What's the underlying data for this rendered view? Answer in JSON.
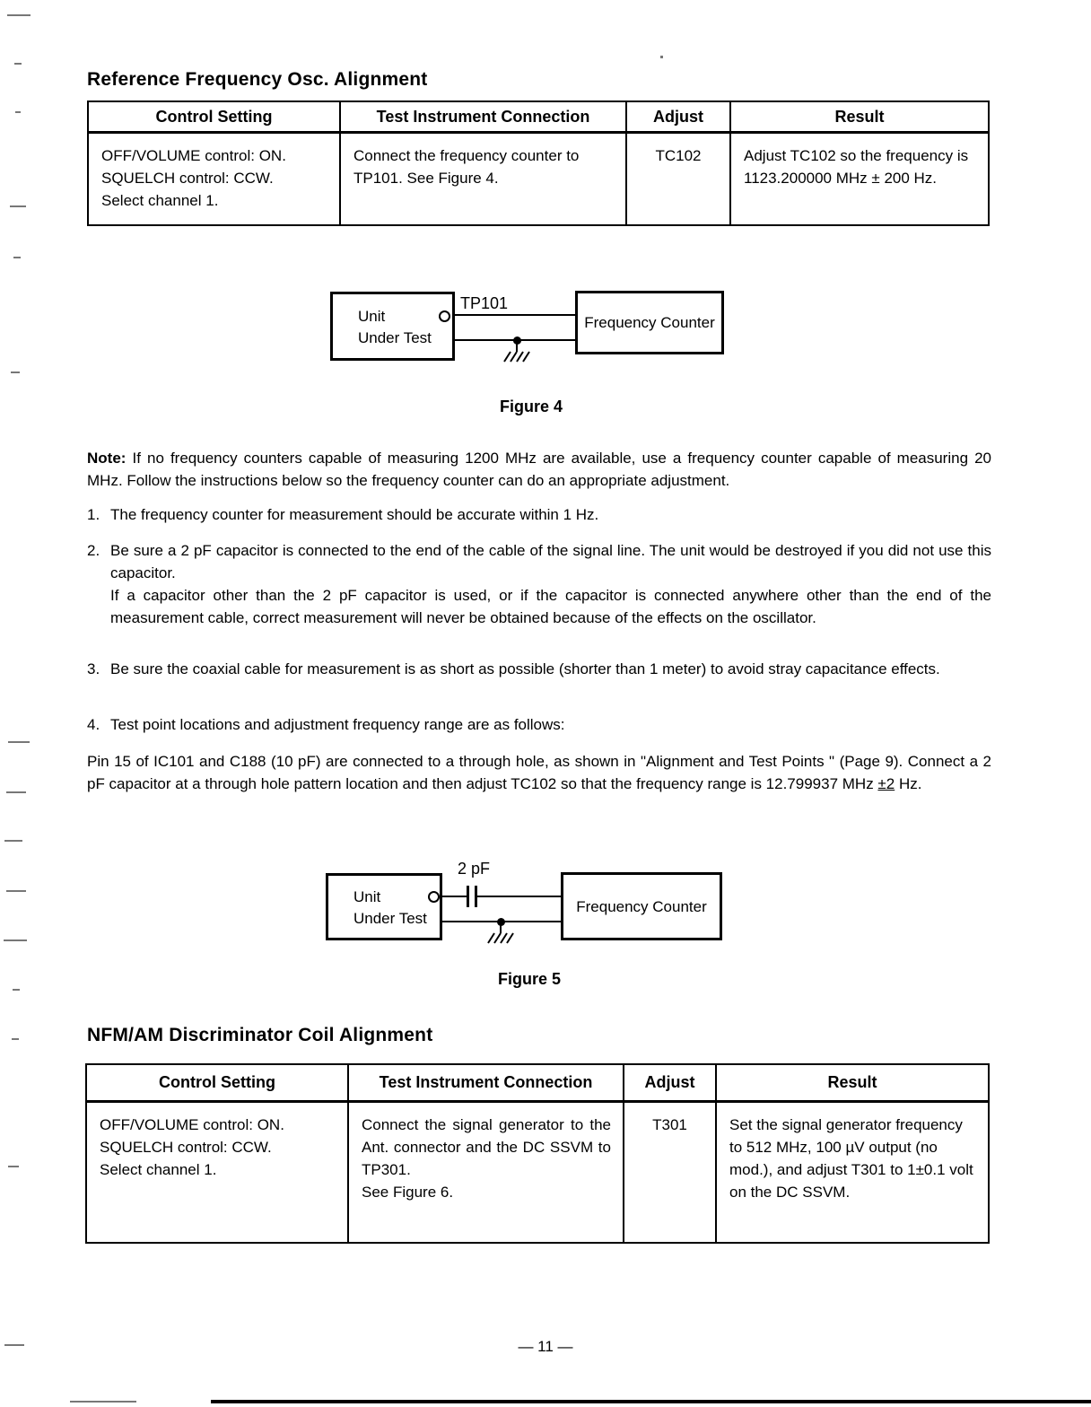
{
  "section1": {
    "title": "Reference Frequency Osc. Alignment",
    "table": {
      "headers": [
        "Control Setting",
        "Test Instrument Connection",
        "Adjust",
        "Result"
      ],
      "row": {
        "control_setting": "OFF/VOLUME control: ON.\nSQUELCH control: CCW.\nSelect channel 1.",
        "connection": "Connect the frequency counter to TP101. See Figure 4.",
        "adjust": "TC102",
        "result": "Adjust TC102 so the frequency is 1123.200000 MHz ± 200 Hz."
      }
    },
    "figure": {
      "uut_label": "Unit\nUnder Test",
      "tp_label": "TP101",
      "counter_label": "Frequency Counter",
      "caption": "Figure 4"
    }
  },
  "notes": {
    "label": "Note:",
    "intro": " If no frequency counters capable of measuring 1200 MHz are available, use a frequency counter capable of measuring 20 MHz. Follow the instructions below so the frequency counter can do an appropriate adjustment.",
    "items": [
      {
        "num": "1.",
        "text": "The frequency counter for measurement should be accurate within 1 Hz."
      },
      {
        "num": "2.",
        "text": "Be sure a 2 pF capacitor is connected to the end of the cable of the signal line. The unit would be destroyed if you did not use this capacitor.\nIf a capacitor other than the 2 pF capacitor is used, or if the capacitor is connected anywhere other than the end of the measurement cable, correct measurement will never be obtained because of the effects on the oscillator."
      },
      {
        "num": "3.",
        "text": "Be sure the coaxial cable for measurement is as short as possible (shorter than 1 meter) to avoid stray capacitance effects."
      },
      {
        "num": "4.",
        "text": "Test point locations and adjustment frequency range are as follows:"
      }
    ]
  },
  "pin_paragraph": {
    "lead": "Pin 15 of IC101 and C188 (10 pF) are connected to a through hole, as shown in \"Alignment and Test Points \" (Page 9). Connect a 2 pF capacitor at a through hole pattern location and then adjust TC102 so that the frequency range is 12.799937 MHz ",
    "underlined": "±2",
    "tail": " Hz."
  },
  "section2": {
    "title": "NFM/AM Discriminator Coil Alignment",
    "table": {
      "headers": [
        "Control Setting",
        "Test Instrument Connection",
        "Adjust",
        "Result"
      ],
      "row": {
        "control_setting": "OFF/VOLUME control: ON.\nSQUELCH control: CCW.\nSelect channel 1.",
        "connection": "Connect the signal generator to the Ant. connector and the DC SSVM to TP301.\nSee Figure 6.",
        "adjust": "T301",
        "result": "Set the signal generator frequency to 512 MHz, 100 µV output (no mod.), and adjust T301 to 1±0.1 volt on the DC SSVM."
      }
    },
    "figure": {
      "uut_label": "Unit\nUnder Test",
      "cap_label": "2 pF",
      "counter_label": "Frequency Counter",
      "caption": "Figure 5"
    }
  },
  "footer": {
    "page_number": "— 11 —"
  }
}
